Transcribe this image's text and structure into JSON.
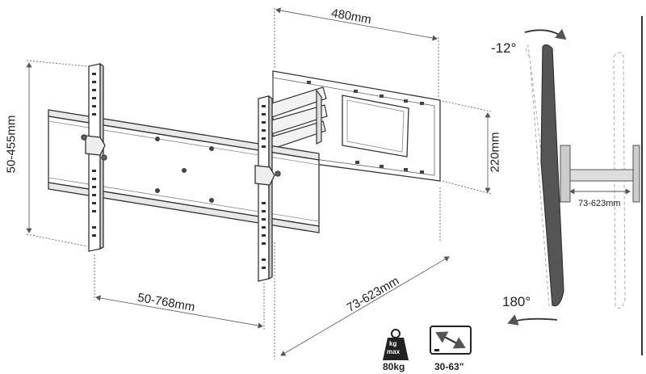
{
  "dimensions": {
    "top_width": "480mm",
    "left_height": "50-455mm",
    "right_height": "220mm",
    "bottom_span": "50-768mm",
    "extension": "73-623mm",
    "side_extension": "73-623mm"
  },
  "angles": {
    "tilt": "-12°",
    "swivel": "180°"
  },
  "specs": {
    "load_icon_top": "kg",
    "load_icon_bottom": "max",
    "load": "80kg",
    "screen_size": "30-63\""
  }
}
